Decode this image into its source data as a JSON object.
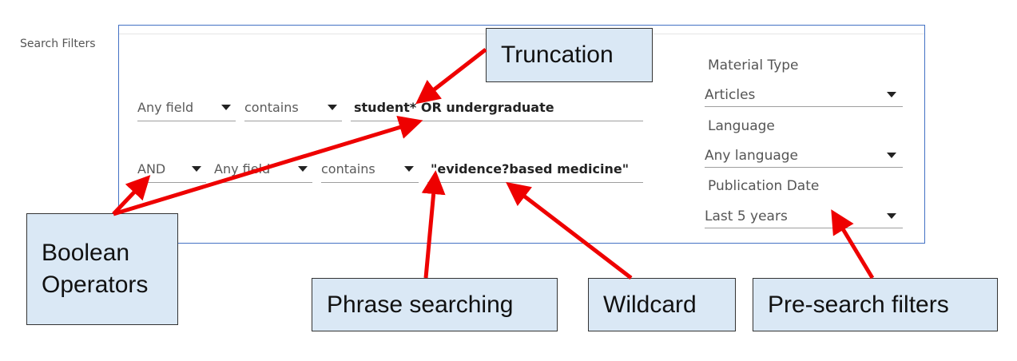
{
  "search_filters": {
    "title": "Search Filters",
    "row1": {
      "field": "Any field",
      "operator": "contains",
      "term": "student* OR undergraduate"
    },
    "row2": {
      "boolean": "AND",
      "field": "Any field",
      "operator": "contains",
      "term": "\"evidence?based medicine\""
    }
  },
  "side_filters": {
    "material_type": {
      "label": "Material Type",
      "value": "Articles"
    },
    "language": {
      "label": "Language",
      "value": "Any language"
    },
    "publication_date": {
      "label": "Publication Date",
      "value": "Last 5 years"
    }
  },
  "callouts": {
    "truncation": "Truncation",
    "boolean_line1": "Boolean",
    "boolean_line2": "Operators",
    "phrase": "Phrase searching",
    "wildcard": "Wildcard",
    "presearch": "Pre-search filters"
  },
  "colors": {
    "arrow": "#ee0000",
    "callout_fill": "#dae8f5",
    "panel_border": "#4472c4"
  }
}
